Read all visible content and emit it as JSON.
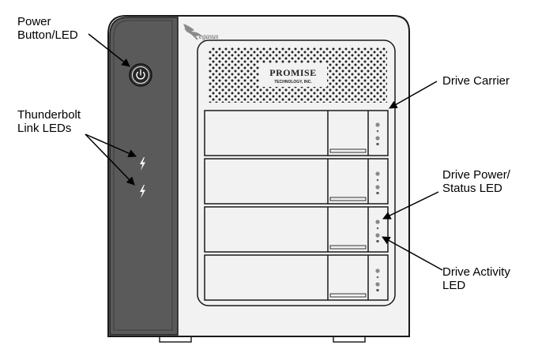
{
  "labels": {
    "power_button_line1": "Power",
    "power_button_line2": "Button/LED",
    "thunderbolt_line1": "Thunderbolt",
    "thunderbolt_line2": "Link LEDs",
    "drive_carrier": "Drive Carrier",
    "drive_power_line1": "Drive Power/",
    "drive_power_line2": "Status LED",
    "drive_activity_line1": "Drive Activity",
    "drive_activity_line2": "LED"
  },
  "logos": {
    "pegasus": "Pegasus",
    "promise_line1": "PROMISE",
    "promise_line2": "TECHNOLOGY, INC."
  },
  "drive_bays": [
    "bay-1",
    "bay-2",
    "bay-3",
    "bay-4"
  ],
  "icons": {
    "power": "power-icon",
    "thunderbolt": "thunderbolt-icon"
  },
  "colors": {
    "front_panel": "#5a5a5a",
    "chassis": "#f2f2f2",
    "outline": "#1a1a1a"
  }
}
